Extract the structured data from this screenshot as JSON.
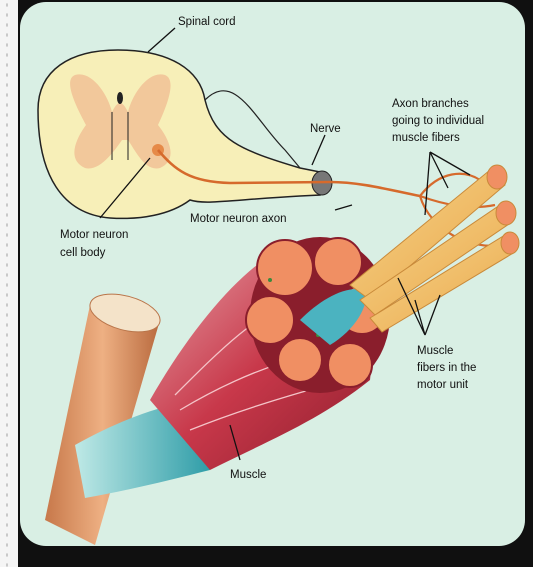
{
  "labels": {
    "spinal_cord": "Spinal cord",
    "nerve": "Nerve",
    "axon_branches": [
      "Axon branches",
      "going to individual",
      "muscle fibers"
    ],
    "motor_neuron_cell_body": [
      "Motor neuron",
      "cell body"
    ],
    "motor_neuron_axon": "Motor neuron axon",
    "muscle_fibers": [
      "Muscle",
      "fibers in the",
      "motor unit"
    ],
    "muscle": "Muscle"
  },
  "colors": {
    "panel": "#d9efe4",
    "frame": "#101010",
    "spinal_cord": "#f7efb8",
    "gray_matter": "#f2c89b",
    "axon": "#d66a2c",
    "muscle": "#c8384a",
    "fascicle": "#f08f63",
    "tendon": "#6fc6c6",
    "bone": "#e8a070"
  }
}
